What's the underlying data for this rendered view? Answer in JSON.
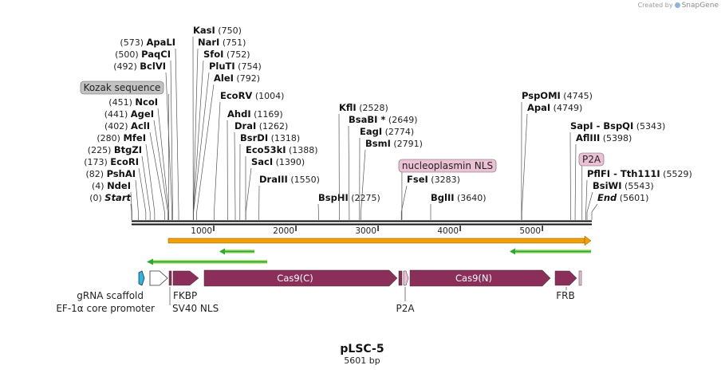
{
  "credit": {
    "prefix": "Created by",
    "brand": "SnapGene"
  },
  "plasmid": {
    "name": "pLSC-5",
    "length_label": "5601 bp",
    "length_bp": 5601
  },
  "ruler": {
    "ticks": [
      "1000",
      "2000",
      "3000",
      "4000",
      "5000"
    ]
  },
  "enzymes": [
    {
      "name": "Start",
      "pos": "(0)",
      "bp": 0,
      "italic": true,
      "pos_left": true
    },
    {
      "name": "NdeI",
      "pos": "(4)",
      "bp": 4,
      "pos_left": true
    },
    {
      "name": "PshAI",
      "pos": "(82)",
      "bp": 82,
      "pos_left": true
    },
    {
      "name": "EcoRI",
      "pos": "(173)",
      "bp": 173,
      "pos_left": true
    },
    {
      "name": "BtgZI",
      "pos": "(225)",
      "bp": 225,
      "pos_left": true
    },
    {
      "name": "MfeI",
      "pos": "(280)",
      "bp": 280,
      "pos_left": true
    },
    {
      "name": "AclI",
      "pos": "(402)",
      "bp": 402,
      "pos_left": true
    },
    {
      "name": "AgeI",
      "pos": "(441)",
      "bp": 441,
      "pos_left": true
    },
    {
      "name": "NcoI",
      "pos": "(451)",
      "bp": 451,
      "pos_left": true
    },
    {
      "name": "BclVI",
      "pos": "(492)",
      "bp": 492,
      "pos_left": true
    },
    {
      "name": "PaqCI",
      "pos": "(500)",
      "bp": 500,
      "pos_left": true
    },
    {
      "name": "ApaLI",
      "pos": "(573)",
      "bp": 573,
      "pos_left": true
    },
    {
      "name": "KasI",
      "pos": "(750)",
      "bp": 750
    },
    {
      "name": "NarI",
      "pos": "(751)",
      "bp": 751
    },
    {
      "name": "SfoI",
      "pos": "(752)",
      "bp": 752
    },
    {
      "name": "PluTI",
      "pos": "(754)",
      "bp": 754
    },
    {
      "name": "AleI",
      "pos": "(792)",
      "bp": 792
    },
    {
      "name": "EcoRV",
      "pos": "(1004)",
      "bp": 1004
    },
    {
      "name": "AhdI",
      "pos": "(1169)",
      "bp": 1169
    },
    {
      "name": "DraI",
      "pos": "(1262)",
      "bp": 1262
    },
    {
      "name": "BsrDI",
      "pos": "(1318)",
      "bp": 1318
    },
    {
      "name": "Eco53kI",
      "pos": "(1388)",
      "bp": 1388
    },
    {
      "name": "SacI",
      "pos": "(1390)",
      "bp": 1390
    },
    {
      "name": "DraIII",
      "pos": "(1550)",
      "bp": 1550
    },
    {
      "name": "BspHI",
      "pos": "(2275)",
      "bp": 2275
    },
    {
      "name": "KflI",
      "pos": "(2528)",
      "bp": 2528
    },
    {
      "name": "BsaBI *",
      "pos": "(2649)",
      "bp": 2649
    },
    {
      "name": "EagI",
      "pos": "(2774)",
      "bp": 2774
    },
    {
      "name": "BsmI",
      "pos": "(2791)",
      "bp": 2791
    },
    {
      "name": "FseI",
      "pos": "(3283)",
      "bp": 3283
    },
    {
      "name": "BglII",
      "pos": "(3640)",
      "bp": 3640
    },
    {
      "name": "PspOMI",
      "pos": "(4745)",
      "bp": 4745
    },
    {
      "name": "ApaI",
      "pos": "(4749)",
      "bp": 4749
    },
    {
      "name": "SapI",
      "name2": "BspQI",
      "pos": "(5343)",
      "bp": 5343
    },
    {
      "name": "AflIII",
      "pos": "(5398)",
      "bp": 5398
    },
    {
      "name": "PflFI",
      "name2": "Tth111I",
      "pos": "(5529)",
      "bp": 5529
    },
    {
      "name": "BsiWI",
      "pos": "(5543)",
      "bp": 5543
    },
    {
      "name": "End",
      "pos": "(5601)",
      "bp": 5601,
      "italic": true
    }
  ],
  "feature_tags": [
    {
      "label": "Kozak sequence",
      "bp": 450,
      "color": "#c2c2c2"
    },
    {
      "label": "nucleoplasmin NLS",
      "bp": 3290,
      "color": "#ebc1d3"
    },
    {
      "label": "P2A",
      "bp": 5482,
      "color": "#ebc1d3"
    }
  ],
  "features": [
    {
      "name": "gRNA scaffold",
      "color": "#2bb5e6",
      "label_below": true
    },
    {
      "name": "EF-1α core promoter",
      "color": "#ffffff",
      "label_below": true
    },
    {
      "name": "FKBP",
      "color": "#8b2f5a",
      "label_below": true
    },
    {
      "name": "SV40 NLS",
      "color": "#8b2f5a",
      "label_below": true
    },
    {
      "name": "Cas9(C)",
      "color": "#8b2f5a",
      "label_inside": true
    },
    {
      "name": "P2A",
      "color": "#ebc1d3",
      "label_below": true
    },
    {
      "name": "Cas9(N)",
      "color": "#8b2f5a",
      "label_inside": true
    },
    {
      "name": "FRB",
      "color": "#8b2f5a",
      "label_below": true
    }
  ],
  "colors": {
    "orf_orange": "#f0a000",
    "primer_green": "#2fa82f",
    "feature_dark": "#8b2f5a"
  }
}
